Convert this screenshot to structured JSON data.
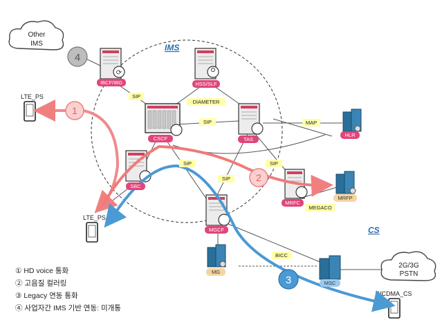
{
  "cloud_other_ims": {
    "line1": "Other",
    "line2": "IMS"
  },
  "cloud_pstn": {
    "line1": "2G/3G",
    "line2": "PSTN"
  },
  "domain_labels": {
    "ims": "IMS",
    "cs": "CS"
  },
  "terminals": {
    "lte_ps_top": "LTE_PS",
    "lte_ps_mid": "LTE_PS",
    "wcdma_cs": "WCDMA_CS"
  },
  "nodes": {
    "ibcf": "IBCF/IBG",
    "hss": "HSS/SLF",
    "cscf": "CSCF",
    "tas": "TAS",
    "sbc": "SBC",
    "hlr": "HLR",
    "mrfc": "MRFC",
    "mrfp": "MRFP",
    "mgcf": "MGCF",
    "mg": "MG",
    "msc": "MSC"
  },
  "links": {
    "sip_ibcf": "SIP",
    "diameter": "DIAMETER",
    "sip_cscf_tas": "SIP",
    "map": "MAP",
    "sip_sbc": "SIP",
    "sip_tas_mrfc": "SIP",
    "sip_mgcf": "SIP",
    "megaco": "MEGACO",
    "bicc": "BICC"
  },
  "flow_numbers": {
    "n1": "1",
    "n2": "2",
    "n3": "3",
    "n4": "4"
  },
  "legend": [
    "① HD voice 통화",
    "② 고음질 컬러링",
    "③ Legacy 연동 통화",
    "④ 사업자간 IMS 기반 연동: 미개통"
  ],
  "colors": {
    "flow1": "#f08a8a",
    "flow2": "#f07a7a",
    "flow3": "#4a9ad4",
    "node_label": "#e0457b",
    "link_box": "#ffffaa",
    "server_blue": "#2a6f9a",
    "grey_server": "#c8c8c8"
  }
}
